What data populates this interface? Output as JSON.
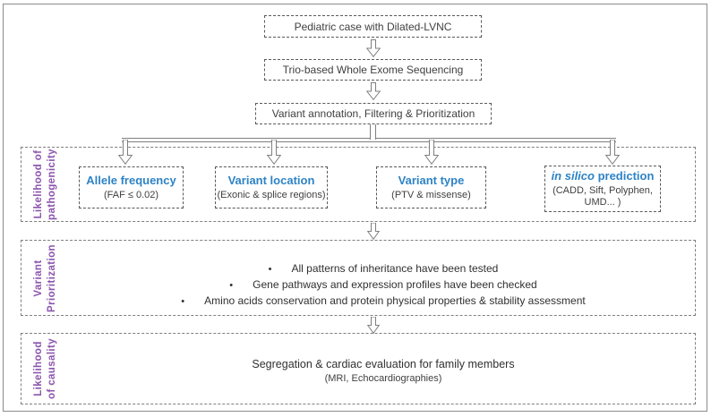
{
  "colors": {
    "accent_blue": "#2e83c5",
    "accent_purple": "#8c55ae",
    "line_gray": "#7f7f7f"
  },
  "top_flow": {
    "box1": "Pediatric case with Dilated-LVNC",
    "box2": "Trio-based Whole Exome Sequencing",
    "box3": "Variant annotation, Filtering & Prioritization"
  },
  "pathogenicity": {
    "label_line1": "Likelihood of",
    "label_line2": "pathogenicity",
    "boxes": [
      {
        "title": "Allele frequency",
        "subtitle": "(FAF ≤ 0.02)"
      },
      {
        "title": "Variant location",
        "subtitle": "(Exonic & splice regions)"
      },
      {
        "title": "Variant type",
        "subtitle": "(PTV & missense)"
      },
      {
        "title_italic": "in silico",
        "title_rest": " prediction",
        "subtitle": "(CADD,  Sift, Polyphen, UMD... )"
      }
    ]
  },
  "prioritization": {
    "label_line1": "Variant",
    "label_line2": "Prioritization",
    "bullets": [
      "All patterns of inheritance have been tested",
      "Gene pathways and expression profiles have been checked",
      "Amino acids conservation and protein physical properties & stability assessment"
    ]
  },
  "causality": {
    "label_line1": "Likelihood",
    "label_line2": "of causality",
    "text": "Segregation & cardiac evaluation for family members",
    "subtext": "(MRI, Echocardiographies)"
  }
}
